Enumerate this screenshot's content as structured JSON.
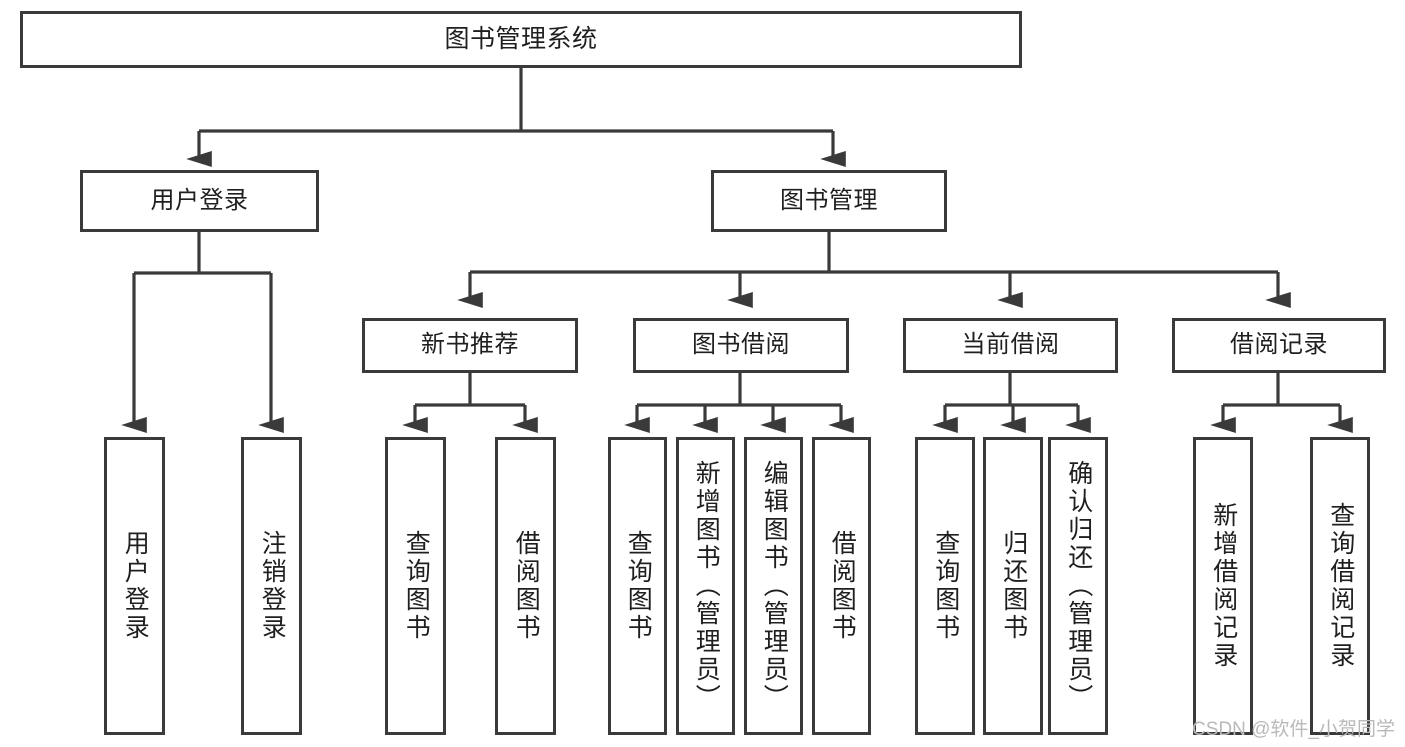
{
  "diagram": {
    "title": "图书管理系统",
    "type": "tree-hierarchy-diagram",
    "colors": {
      "box_border": "#3a3a3a",
      "box_fill": "#ffffff",
      "connector": "#3a3a3a",
      "background": "#ffffff",
      "watermark": "#b9b9b9"
    },
    "root": {
      "id": "root",
      "label": "图书管理系统"
    },
    "level2": [
      {
        "id": "user-login",
        "label": "用户登录"
      },
      {
        "id": "book-manage",
        "label": "图书管理"
      }
    ],
    "level3": [
      {
        "id": "new-book-recommend",
        "label": "新书推荐",
        "parent": "book-manage"
      },
      {
        "id": "book-borrow",
        "label": "图书借阅",
        "parent": "book-manage"
      },
      {
        "id": "current-borrow",
        "label": "当前借阅",
        "parent": "book-manage"
      },
      {
        "id": "borrow-record",
        "label": "借阅记录",
        "parent": "book-manage"
      }
    ],
    "leaves": {
      "user_login": [
        {
          "id": "leaf-user-login",
          "label": "用户登录"
        },
        {
          "id": "leaf-logout-login",
          "label": "注销登录"
        }
      ],
      "new_book_recommend": [
        {
          "id": "leaf-query-book-1",
          "label": "查询图书"
        },
        {
          "id": "leaf-borrow-book-1",
          "label": "借阅图书"
        }
      ],
      "book_borrow": [
        {
          "id": "leaf-query-book-2",
          "label": "查询图书"
        },
        {
          "id": "leaf-add-book",
          "label": "新增图书（管理员）"
        },
        {
          "id": "leaf-edit-book",
          "label": "编辑图书（管理员）"
        },
        {
          "id": "leaf-borrow-book-2",
          "label": "借阅图书"
        }
      ],
      "current_borrow": [
        {
          "id": "leaf-query-book-3",
          "label": "查询图书"
        },
        {
          "id": "leaf-return-book",
          "label": "归还图书"
        },
        {
          "id": "leaf-confirm-return",
          "label": "确认归还（管理员）"
        }
      ],
      "borrow_record": [
        {
          "id": "leaf-add-record",
          "label": "新增借阅记录"
        },
        {
          "id": "leaf-query-record",
          "label": "查询借阅记录"
        }
      ]
    }
  },
  "watermark": {
    "text": "CSDN @软件_小贺同学"
  }
}
